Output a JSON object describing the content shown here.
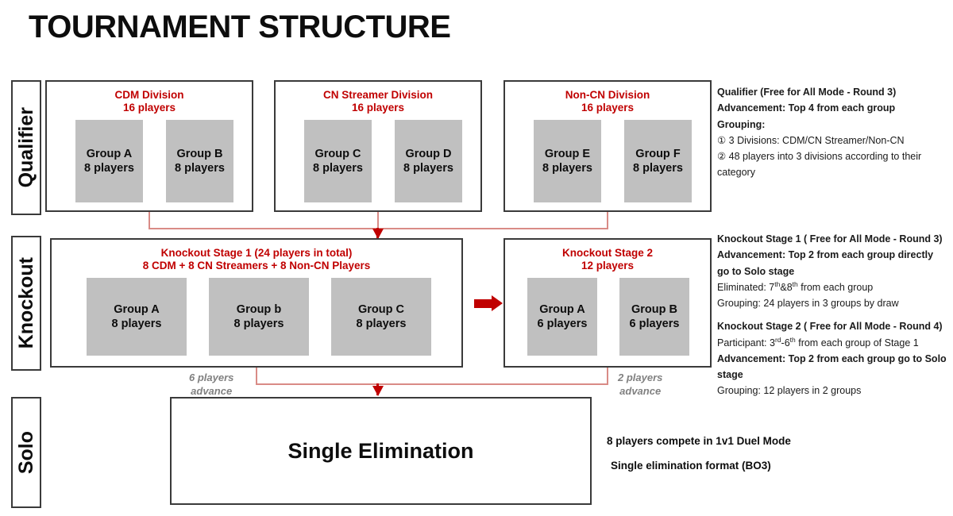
{
  "title": "TOURNAMENT STRUCTURE",
  "stages": {
    "qualifier_label": "Qualifier",
    "knockout_label": "Knockout",
    "solo_label": "Solo"
  },
  "qualifier": {
    "divisions": [
      {
        "name": "CDM Division",
        "players": "16 players",
        "groups": [
          {
            "name": "Group A",
            "players": "8 players"
          },
          {
            "name": "Group B",
            "players": "8 players"
          }
        ]
      },
      {
        "name": "CN Streamer Division",
        "players": "16 players",
        "groups": [
          {
            "name": "Group C",
            "players": "8 players"
          },
          {
            "name": "Group D",
            "players": "8 players"
          }
        ]
      },
      {
        "name": "Non-CN Division",
        "players": "16 players",
        "groups": [
          {
            "name": "Group E",
            "players": "8 players"
          },
          {
            "name": "Group F",
            "players": "8 players"
          }
        ]
      }
    ],
    "notes": [
      {
        "text": "Qualifier  (Free for All Mode - Round 3)",
        "bold": true
      },
      {
        "text": "Advancement: Top 4 from each group",
        "bold": true
      },
      {
        "text": "Grouping:",
        "bold": true
      },
      {
        "text": "① 3 Divisions: CDM/CN Streamer/Non-CN",
        "bold": false
      },
      {
        "text": "② 48 players into 3 divisions according to their category",
        "bold": false
      }
    ]
  },
  "knockout": {
    "stage1": {
      "title_line1": "Knockout Stage 1   (24 players in total)",
      "title_line2": "8 CDM + 8 CN Streamers + 8 Non-CN Players",
      "groups": [
        {
          "name": "Group A",
          "players": "8 players"
        },
        {
          "name": "Group b",
          "players": "8 players"
        },
        {
          "name": "Group C",
          "players": "8 players"
        }
      ]
    },
    "stage2": {
      "title_line1": "Knockout Stage 2",
      "title_line2": "12 players",
      "groups": [
        {
          "name": "Group A",
          "players": "6 players"
        },
        {
          "name": "Group B",
          "players": "6 players"
        }
      ]
    },
    "advance_left": "6 players\nadvance",
    "advance_left_l1": "6 players",
    "advance_left_l2": "advance",
    "advance_right_l1": "2 players",
    "advance_right_l2": "advance",
    "notes": [
      {
        "text": "Knockout Stage 1  ( Free for All Mode - Round 3)",
        "bold": true
      },
      {
        "text": "Advancement: Top 2 from each group directly",
        "bold": true
      },
      {
        "text": "go to Solo stage",
        "bold": true
      },
      {
        "html": "Eliminated:  7<sup>th</sup>&8<sup>th</sup> from each group",
        "bold": false
      },
      {
        "text": "Grouping: 24 players in 3 groups by draw",
        "bold": false
      },
      {
        "spacer": true
      },
      {
        "text": "Knockout Stage 2  ( Free for All Mode - Round 4)",
        "bold": true
      },
      {
        "html": "Participant: 3<sup>rd</sup>-6<sup>th</sup> from each group of Stage 1",
        "bold": false
      },
      {
        "text": "Advancement:  Top 2 from each group go to Solo",
        "bold": true
      },
      {
        "text": "stage",
        "bold": true
      },
      {
        "text": "Grouping: 12 players in 2 groups",
        "bold": false
      }
    ]
  },
  "solo": {
    "final_label": "Single Elimination",
    "note1": "8 players compete in 1v1 Duel Mode",
    "note2": "Single elimination format (BO3)"
  },
  "colors": {
    "accent_red": "#C00000",
    "group_grey": "#C0C0C0",
    "border_dark": "#3A3A3A",
    "connector_red": "#D98B86",
    "advance_grey": "#808080"
  }
}
